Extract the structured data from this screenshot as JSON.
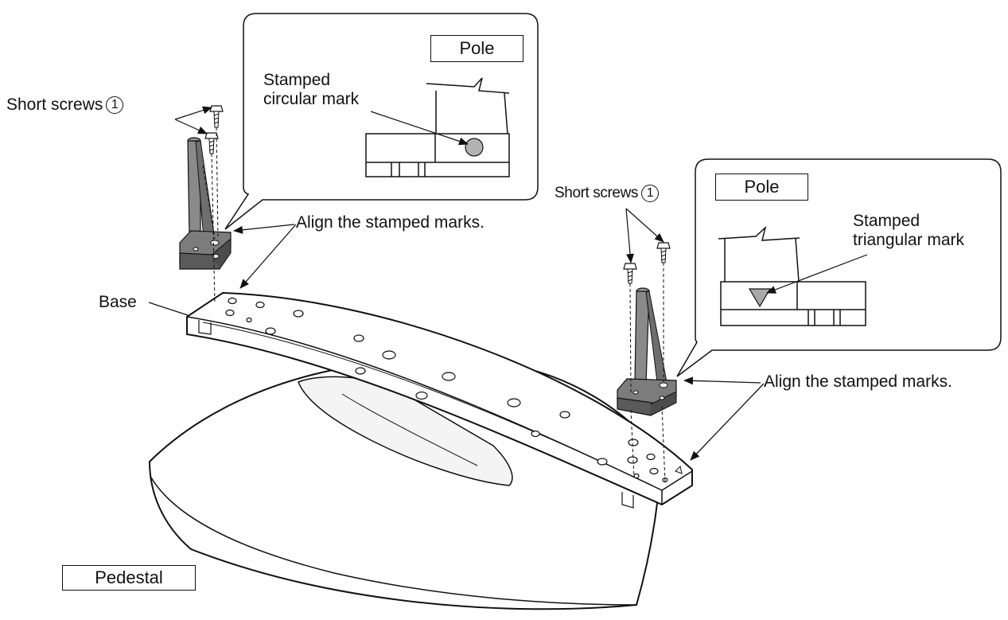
{
  "labels": {
    "short_screws_left": "Short screws",
    "short_screws_right": "Short screws",
    "screw_number_left": "1",
    "screw_number_right": "1",
    "align_marks_left": "Align the stamped marks.",
    "align_marks_right": "Align the stamped marks.",
    "base": "Base",
    "pedestal": "Pedestal"
  },
  "callout_left": {
    "part": "Pole",
    "mark_line1": "Stamped",
    "mark_line2": "circular mark"
  },
  "callout_right": {
    "part": "Pole",
    "mark_line1": "Stamped",
    "mark_line2": "triangular mark"
  },
  "colors": {
    "line": "#111111",
    "pole_fill": "#8a8a8a",
    "pole_dark": "#5a5a5a",
    "mark_fill": "#b3b3b3",
    "paper": "#ffffff"
  }
}
